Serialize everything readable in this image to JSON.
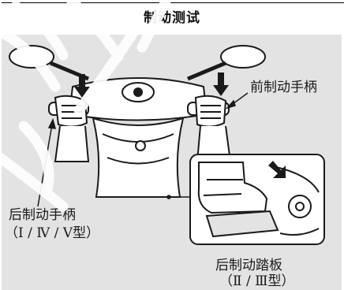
{
  "section": {
    "title": "制动测试"
  },
  "labels": {
    "front_brake_lever": "前制动手柄",
    "rear_brake_lever": "后制动手柄",
    "rear_brake_lever_types": "（Ⅰ / Ⅳ / Ⅴ型）",
    "rear_brake_pedal": "后制动踏板",
    "rear_brake_pedal_types": "（Ⅱ / Ⅲ型）"
  },
  "colors": {
    "panel_background": "#e3e3e3",
    "line_art": "#1a1a1a",
    "watermark": "#ffffff"
  }
}
